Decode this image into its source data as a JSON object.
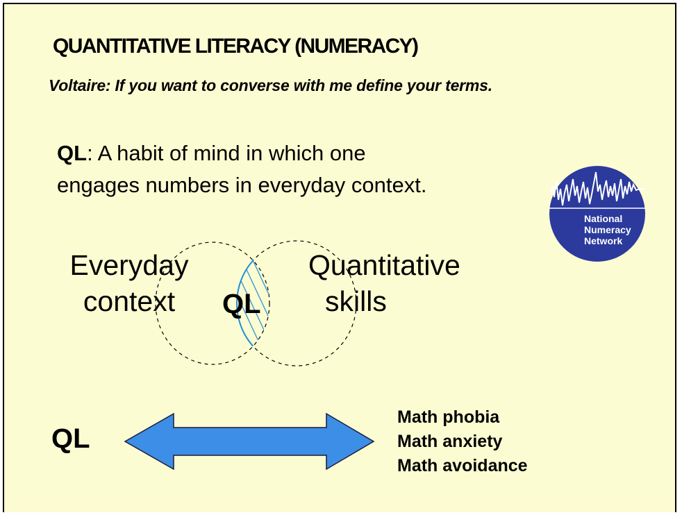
{
  "slide": {
    "title": "QUANTITATIVE LITERACY (NUMERACY)",
    "quote": "Voltaire: If you want to converse with me define your terms.",
    "definition": {
      "term": "QL",
      "text_line1": ": A habit of mind in which one",
      "text_line2": "engages numbers in everyday context."
    },
    "logo": {
      "icon": "national-numeracy-network-logo",
      "line1": "National",
      "line2": "Numeracy",
      "line3": "Network",
      "color": "#2b3a9c"
    },
    "venn": {
      "left_line1": "Everyday",
      "left_line2": "context",
      "right_line1": "Quantitative",
      "right_line2": "skills",
      "center": "QL",
      "hatch_color": "#1f8ed8"
    },
    "bottom": {
      "ql": "QL",
      "arrow_color": "#3d8ee6",
      "items": [
        "Math phobia",
        "Math anxiety",
        "Math avoidance"
      ]
    },
    "colors": {
      "background": "#fcfcd2",
      "text": "#000000"
    }
  }
}
